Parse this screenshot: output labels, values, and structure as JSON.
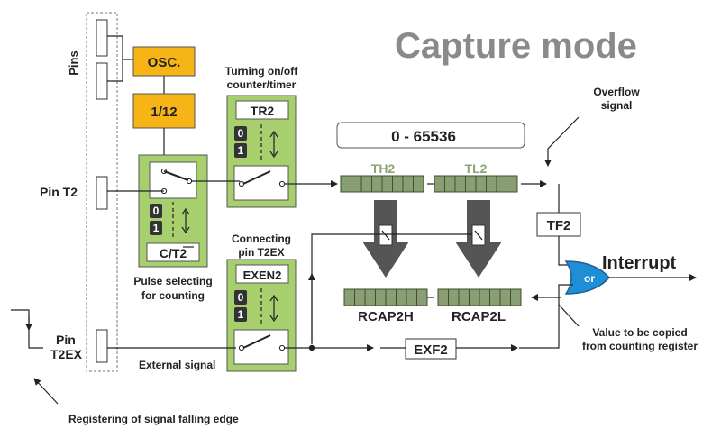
{
  "title": "Capture mode",
  "labels": {
    "pins": "Pins",
    "osc": "OSC.",
    "div12": "1/12",
    "tr2_caption_1": "Turning on/off",
    "tr2_caption_2": "counter/timer",
    "tr2": "TR2",
    "range": "0 - 65536",
    "th2": "TH2",
    "tl2": "TL2",
    "overflow_1": "Overflow",
    "overflow_2": "signal",
    "tf2": "TF2",
    "interrupt": "Interrupt",
    "or": "or",
    "pin_t2": "Pin T2",
    "ct2": "C/T2",
    "pulse_1": "Pulse selecting",
    "pulse_2": "for counting",
    "exen_caption_1": "Connecting",
    "exen_caption_2": "pin T2EX",
    "exen2": "EXEN2",
    "rcap2h": "RCAP2H",
    "rcap2l": "RCAP2L",
    "value_1": "Value to be copied",
    "value_2": "from counting register",
    "pin_t2ex_1": "Pin",
    "pin_t2ex_2": "T2EX",
    "external": "External signal",
    "exf2": "EXF2",
    "registering": "Registering of signal falling edge",
    "bit0": "0",
    "bit1": "1"
  },
  "colors": {
    "green": "#a7cf6e",
    "orange": "#f6b417",
    "register": "#8a9e73",
    "register_label": "#8aa573",
    "title": "#8a8a8a",
    "or_gate": "#1e8fd6"
  }
}
